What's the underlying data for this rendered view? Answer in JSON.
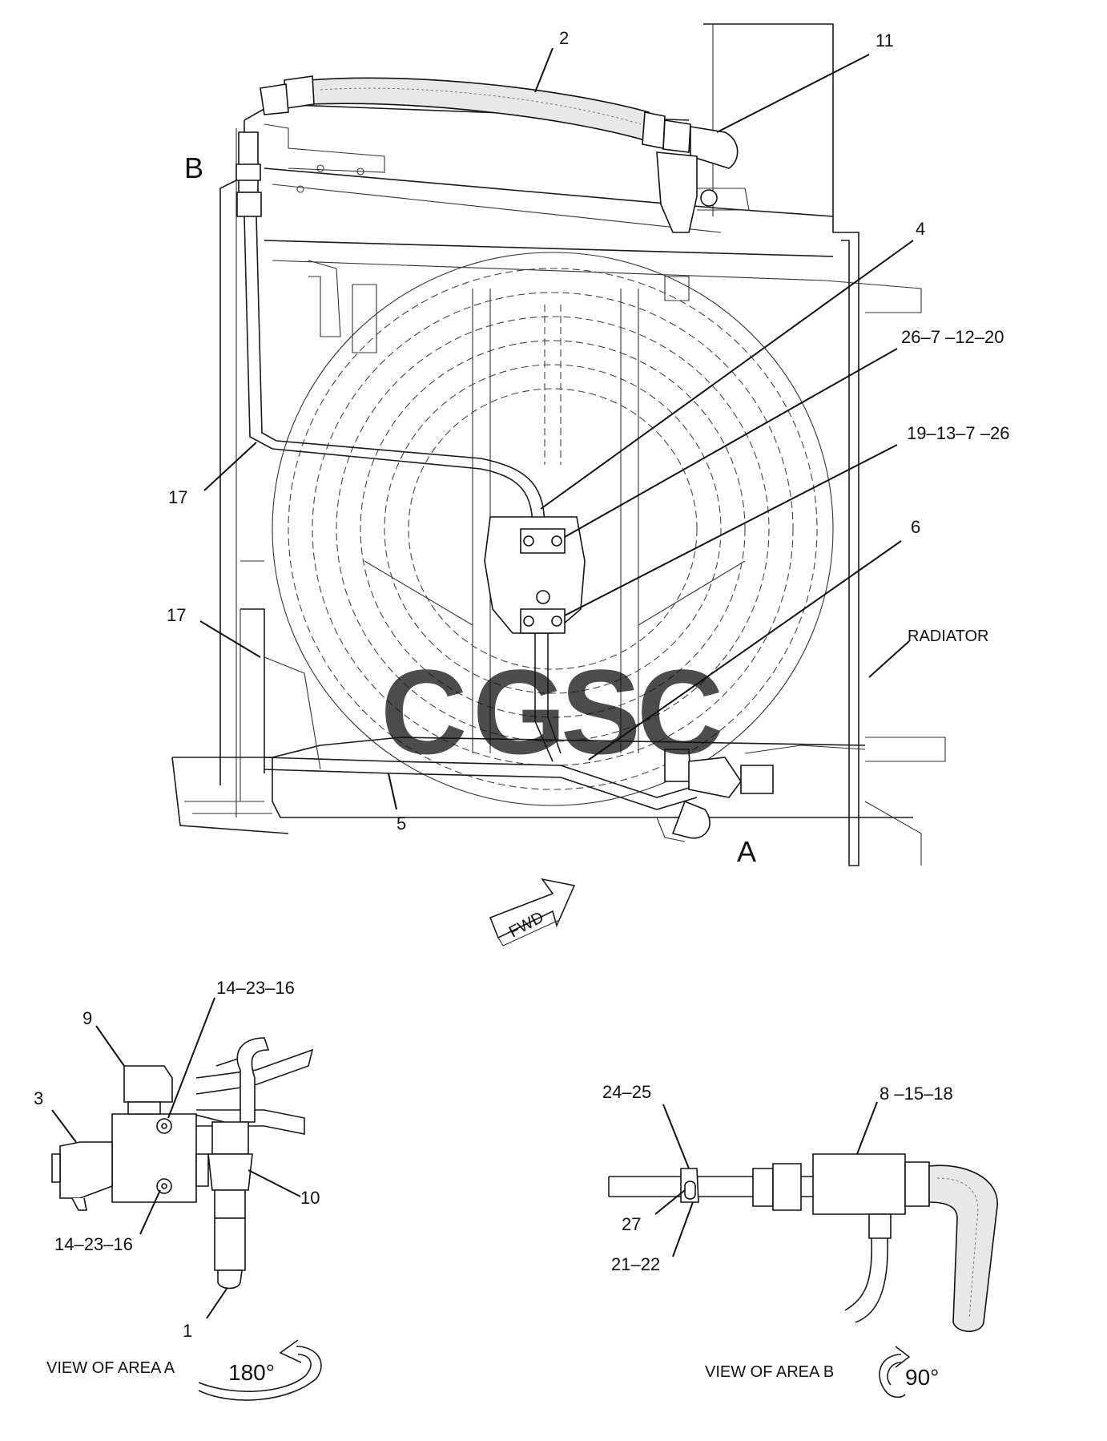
{
  "labels": {
    "c2": "2",
    "c11": "11",
    "cB": "B",
    "c4": "4",
    "c26_7_12_20": "26–7 –12–20",
    "c19_13_7_26": "19–13–7 –26",
    "c6": "6",
    "c17a": "17",
    "c17b": "17",
    "radiator": "RADIATOR",
    "c5": "5",
    "cA": "A",
    "fwd": "FWD",
    "c9": "9",
    "c14_23_16_top": "14–23–16",
    "c3": "3",
    "c10": "10",
    "c14_23_16_bot": "14–23–16",
    "c1": "1",
    "c24_25": "24–25",
    "c8_15_18": "8 –15–18",
    "c27": "27",
    "c21_22": "21–22"
  },
  "captions": {
    "view_a": "VIEW OF AREA  A",
    "view_a_rotation": "180°",
    "view_b": "VIEW OF AREA  B",
    "view_b_rotation": "90°"
  },
  "watermark": {
    "letters": [
      "C",
      "G",
      "S",
      "C"
    ],
    "colors": [
      "#4285f4",
      "#ea4335",
      "#fbbc05",
      "#34a853"
    ]
  }
}
